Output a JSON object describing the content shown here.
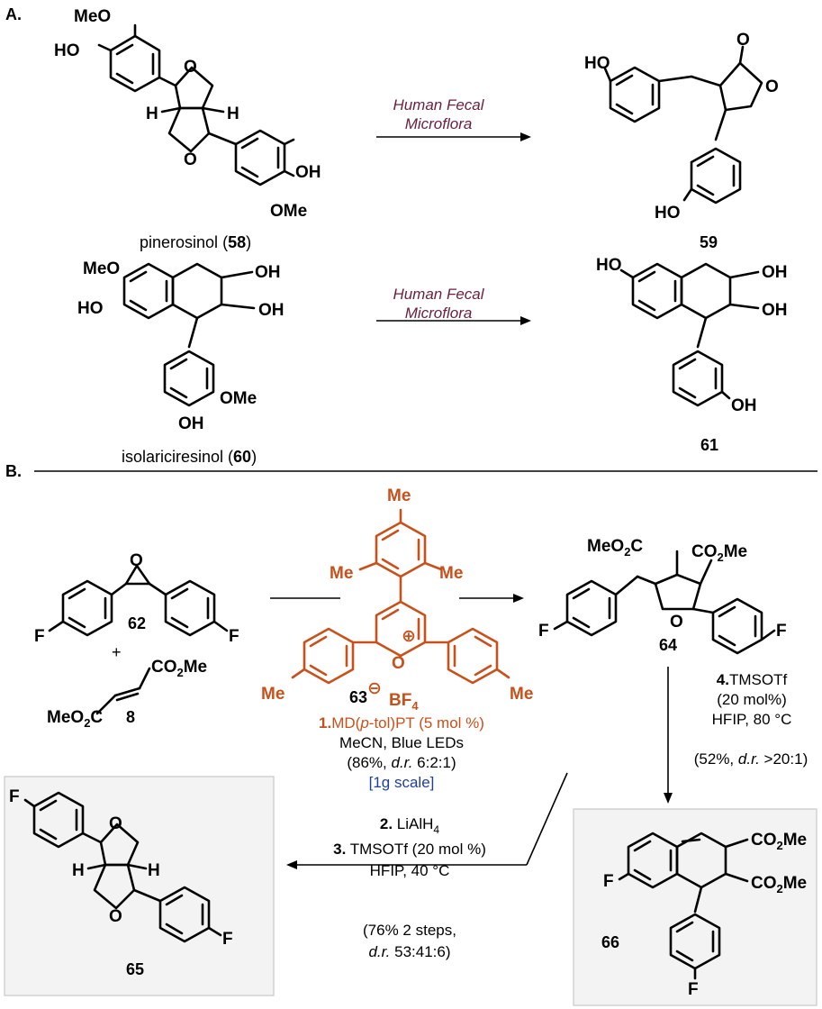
{
  "panel_a": {
    "label": "A.",
    "reaction1": {
      "reactant_name": "pinerosinol",
      "reactant_number": "58",
      "reagent": [
        "Human Fecal",
        "Microflora"
      ],
      "product_number": "59"
    },
    "reaction2": {
      "reactant_name": "isolariciresinol",
      "reactant_number": "60",
      "reagent": [
        "Human Fecal",
        "Microflora"
      ],
      "product_number": "61"
    }
  },
  "panel_b": {
    "label": "B.",
    "compound_62": "62",
    "compound_8": "8",
    "catalyst_number": "63",
    "compound_64": "64",
    "compound_65": "65",
    "compound_66": "66",
    "step1": {
      "catalyst": "1.MD(p-tol)PT (5 mol %)",
      "conditions": "MeCN, Blue LEDs",
      "yield": "(86%, d.r. 6:2:1)",
      "scale": "[1g scale]"
    },
    "step4": {
      "reagent": "4.TMSOTf",
      "loading": "(20 mol%)",
      "conditions": "HFIP,  80 °C",
      "yield": "(52%, d.r. >20:1)"
    },
    "step23": {
      "step2": "2. LiAlH4",
      "step3": "3. TMSOTf (20 mol %)",
      "conditions": "HFIP,  40 °C",
      "yield": "(76% 2 steps,",
      "dr": "d.r. 53:41:6)"
    }
  }
}
